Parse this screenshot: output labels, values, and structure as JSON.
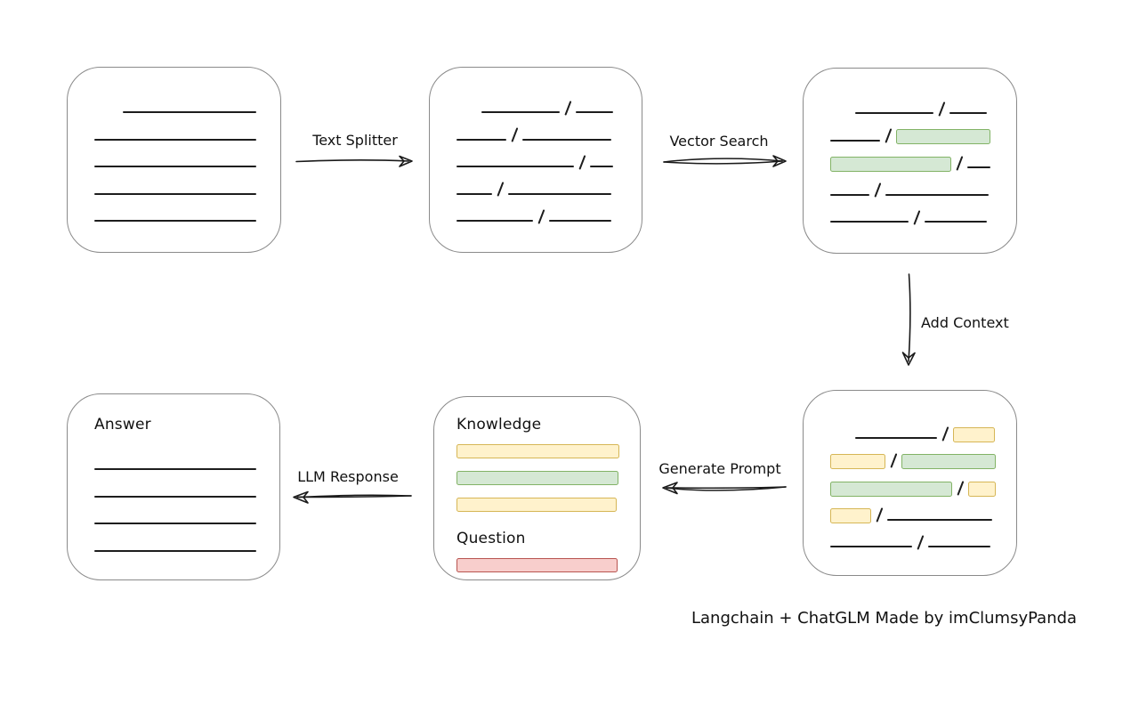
{
  "title": "Langchain + ChatGLM workflow diagram",
  "colors": {
    "background": "#ffffff",
    "box_border": "#8a8a8a",
    "stroke": "#1d1d1d",
    "green_fill": "#d5e8d4",
    "green_stroke": "#82b366",
    "yellow_fill": "#fff2cc",
    "yellow_stroke": "#d6b656",
    "red_fill": "#f8cecc",
    "red_stroke": "#b85450"
  },
  "labels": {
    "text_splitter": "Text Splitter",
    "vector_search": "Vector Search",
    "add_context": "Add Context",
    "generate_prompt": "Generate Prompt",
    "llm_response": "LLM Response",
    "footer": "Langchain + ChatGLM Made by imClumsyPanda"
  },
  "boxes": {
    "document": {
      "rows": [
        [
          {
            "t": "space",
            "w": 32
          },
          {
            "t": "line",
            "w": 150
          }
        ],
        [
          {
            "t": "line",
            "w": 182
          }
        ],
        [
          {
            "t": "line",
            "w": 182
          }
        ],
        [
          {
            "t": "line",
            "w": 182
          }
        ],
        [
          {
            "t": "line",
            "w": 182
          }
        ]
      ]
    },
    "chunks": {
      "rows": [
        [
          {
            "t": "space",
            "w": 28
          },
          {
            "t": "line",
            "w": 88
          },
          {
            "t": "slash"
          },
          {
            "t": "line",
            "w": 42
          }
        ],
        [
          {
            "t": "line",
            "w": 56
          },
          {
            "t": "slash"
          },
          {
            "t": "line",
            "w": 100
          }
        ],
        [
          {
            "t": "line",
            "w": 132
          },
          {
            "t": "slash"
          },
          {
            "t": "line",
            "w": 26
          }
        ],
        [
          {
            "t": "line",
            "w": 40
          },
          {
            "t": "slash"
          },
          {
            "t": "line",
            "w": 116
          }
        ],
        [
          {
            "t": "line",
            "w": 86
          },
          {
            "t": "slash"
          },
          {
            "t": "line",
            "w": 70
          }
        ]
      ]
    },
    "search_results": {
      "rows": [
        [
          {
            "t": "space",
            "w": 28
          },
          {
            "t": "line",
            "w": 88
          },
          {
            "t": "slash"
          },
          {
            "t": "line",
            "w": 42
          }
        ],
        [
          {
            "t": "line",
            "w": 56
          },
          {
            "t": "slash"
          },
          {
            "t": "chip",
            "c": "green",
            "w": 106
          }
        ],
        [
          {
            "t": "chip",
            "c": "green",
            "w": 136
          },
          {
            "t": "slash"
          },
          {
            "t": "line",
            "w": 26
          }
        ],
        [
          {
            "t": "line",
            "w": 44
          },
          {
            "t": "slash"
          },
          {
            "t": "line",
            "w": 116
          }
        ],
        [
          {
            "t": "line",
            "w": 88
          },
          {
            "t": "slash"
          },
          {
            "t": "line",
            "w": 70
          }
        ]
      ]
    },
    "context": {
      "rows": [
        [
          {
            "t": "space",
            "w": 28
          },
          {
            "t": "line",
            "w": 92
          },
          {
            "t": "slash"
          },
          {
            "t": "chip",
            "c": "yellow",
            "w": 47
          }
        ],
        [
          {
            "t": "chip",
            "c": "yellow",
            "w": 62
          },
          {
            "t": "slash"
          },
          {
            "t": "chip",
            "c": "green",
            "w": 106
          }
        ],
        [
          {
            "t": "chip",
            "c": "green",
            "w": 137
          },
          {
            "t": "slash"
          },
          {
            "t": "chip",
            "c": "yellow",
            "w": 31
          }
        ],
        [
          {
            "t": "chip",
            "c": "yellow",
            "w": 46
          },
          {
            "t": "slash"
          },
          {
            "t": "line",
            "w": 118
          }
        ],
        [
          {
            "t": "line",
            "w": 92
          },
          {
            "t": "slash"
          },
          {
            "t": "line",
            "w": 70
          }
        ]
      ]
    },
    "prompt": {
      "knowledge_label": "Knowledge",
      "question_label": "Question",
      "knowledge_rows": [
        [
          {
            "t": "chip",
            "c": "yellow",
            "w": 183
          }
        ],
        [
          {
            "t": "chip",
            "c": "green",
            "w": 182
          }
        ],
        [
          {
            "t": "chip",
            "c": "yellow",
            "w": 180
          }
        ]
      ],
      "question_rows": [
        [
          {
            "t": "chip",
            "c": "red",
            "w": 181
          }
        ]
      ]
    },
    "answer": {
      "label": "Answer",
      "rows": [
        [
          {
            "t": "line",
            "w": 182
          }
        ],
        [
          {
            "t": "line",
            "w": 182
          }
        ],
        [
          {
            "t": "line",
            "w": 182
          }
        ],
        [
          {
            "t": "line",
            "w": 182
          }
        ]
      ]
    }
  }
}
